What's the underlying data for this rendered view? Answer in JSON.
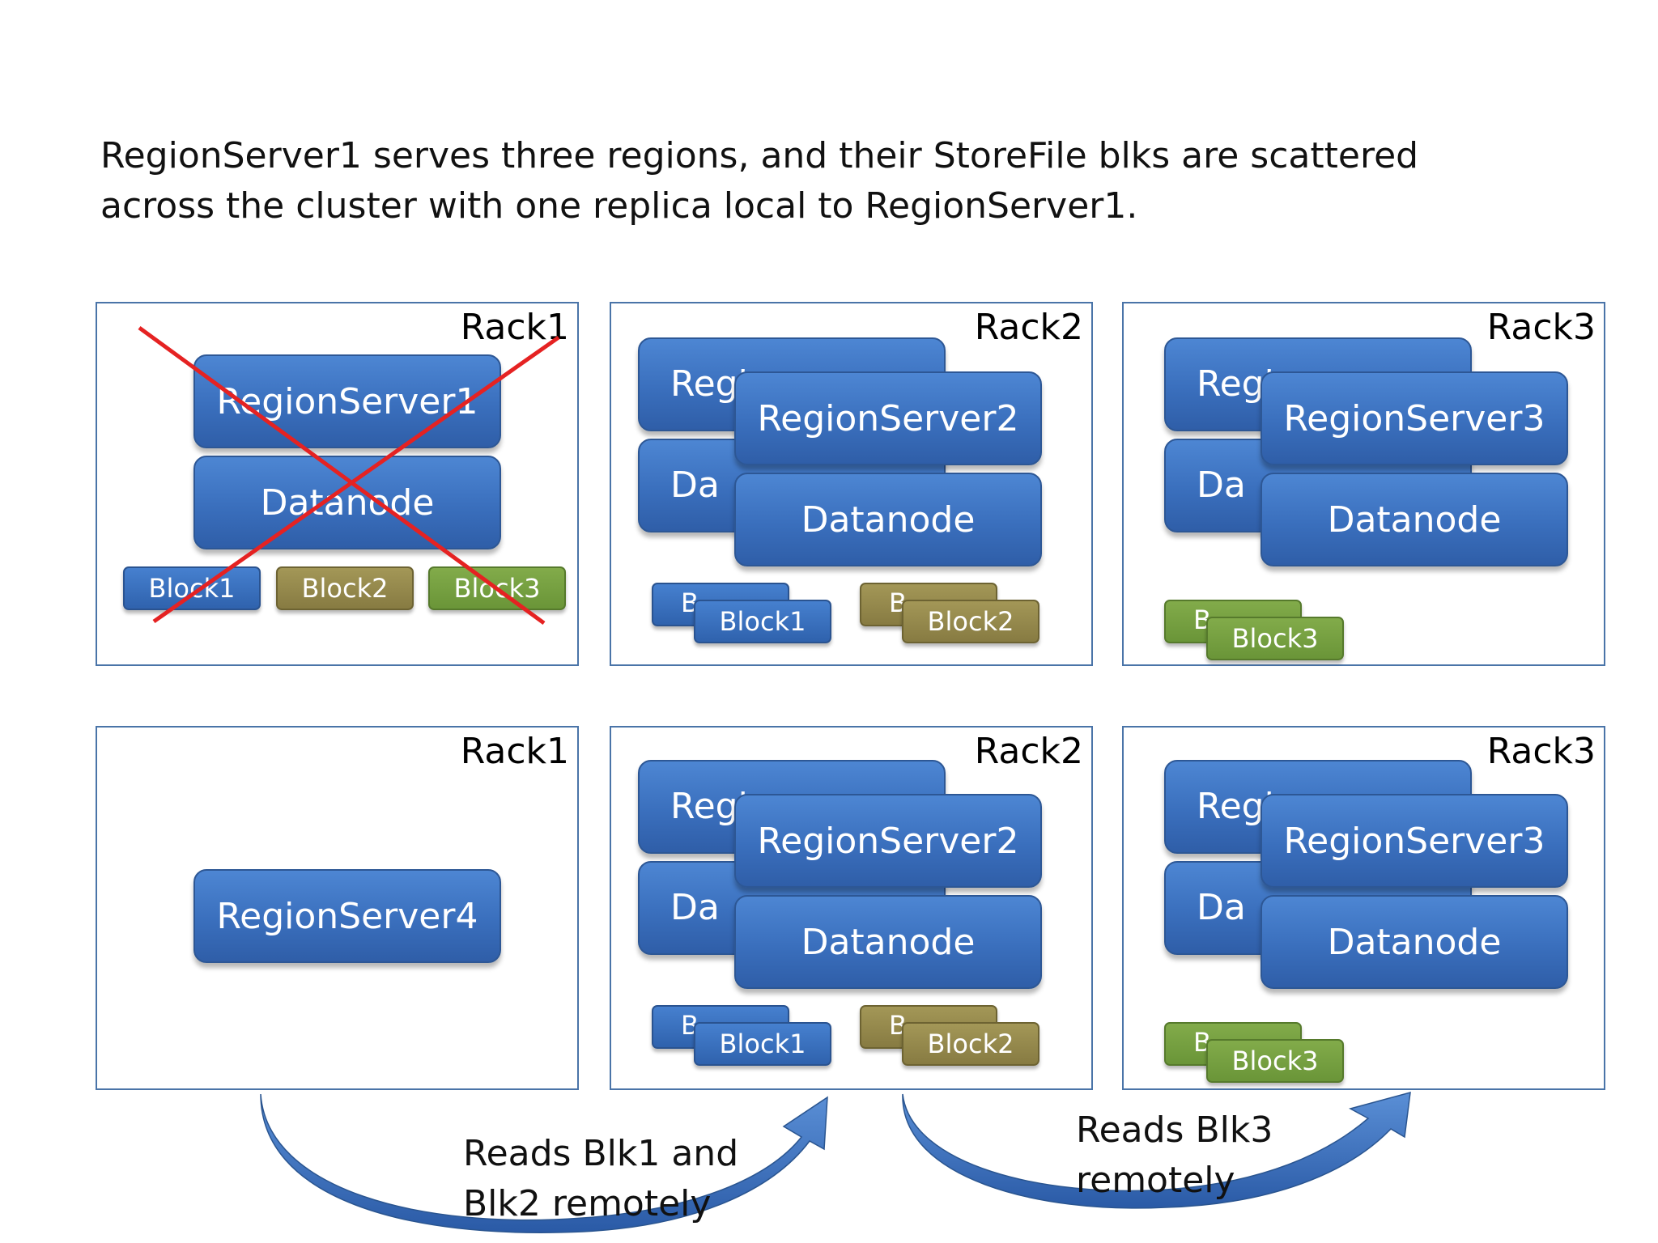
{
  "caption": {
    "line1": "RegionServer1 serves three regions, and their StoreFile blks are scattered",
    "line2": "across the cluster with one replica local to RegionServer1."
  },
  "labels": {
    "rack1": "Rack1",
    "rack2": "Rack2",
    "rack3": "Rack3",
    "regionserver1": "RegionServer1",
    "regionserver2": "RegionServer2",
    "regionserver3": "RegionServer3",
    "regionserver4": "RegionServer4",
    "regionserver_partial": "Regi",
    "datanode": "Datanode",
    "datanode_partial": "Da",
    "block1": "Block1",
    "block2": "Block2",
    "block3": "Block3",
    "block_partial": "B"
  },
  "arrows": {
    "left_text_line1": "Reads Blk1 and",
    "left_text_line2": "Blk2 remotely",
    "right_text_line1": "Reads Blk3",
    "right_text_line2": "remotely"
  },
  "colors": {
    "node_blue": "#3a6fbd",
    "block1": "#3a6fbd",
    "block2": "#948849",
    "block3": "#77a041",
    "cross": "#e52222",
    "arrow": "#2f62ad"
  }
}
